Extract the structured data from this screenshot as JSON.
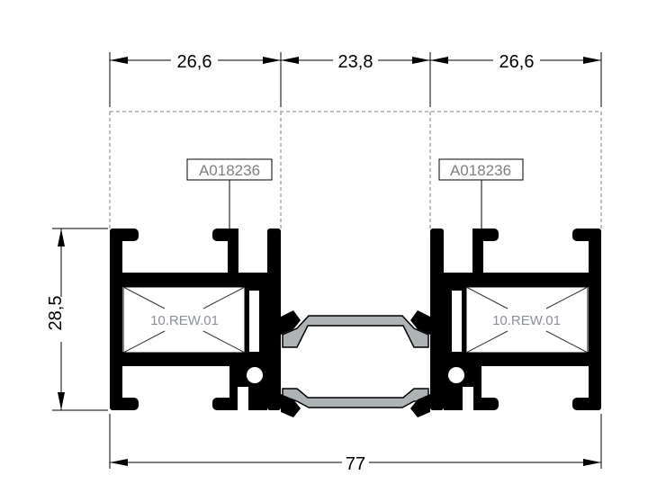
{
  "drawing": {
    "dimensions": {
      "top_left_width": "26,6",
      "top_middle_width": "23,8",
      "top_right_width": "26,6",
      "height": "28,5",
      "overall_width": "77"
    },
    "profile_codes": {
      "left": "A018236",
      "right": "A018236"
    },
    "insert_labels": {
      "left": "10.REW.01",
      "right": "10.REW.01"
    },
    "colors": {
      "profile": "#000000",
      "thermal_break": "#aeb3b6",
      "dashed_outline": "#808080"
    }
  }
}
